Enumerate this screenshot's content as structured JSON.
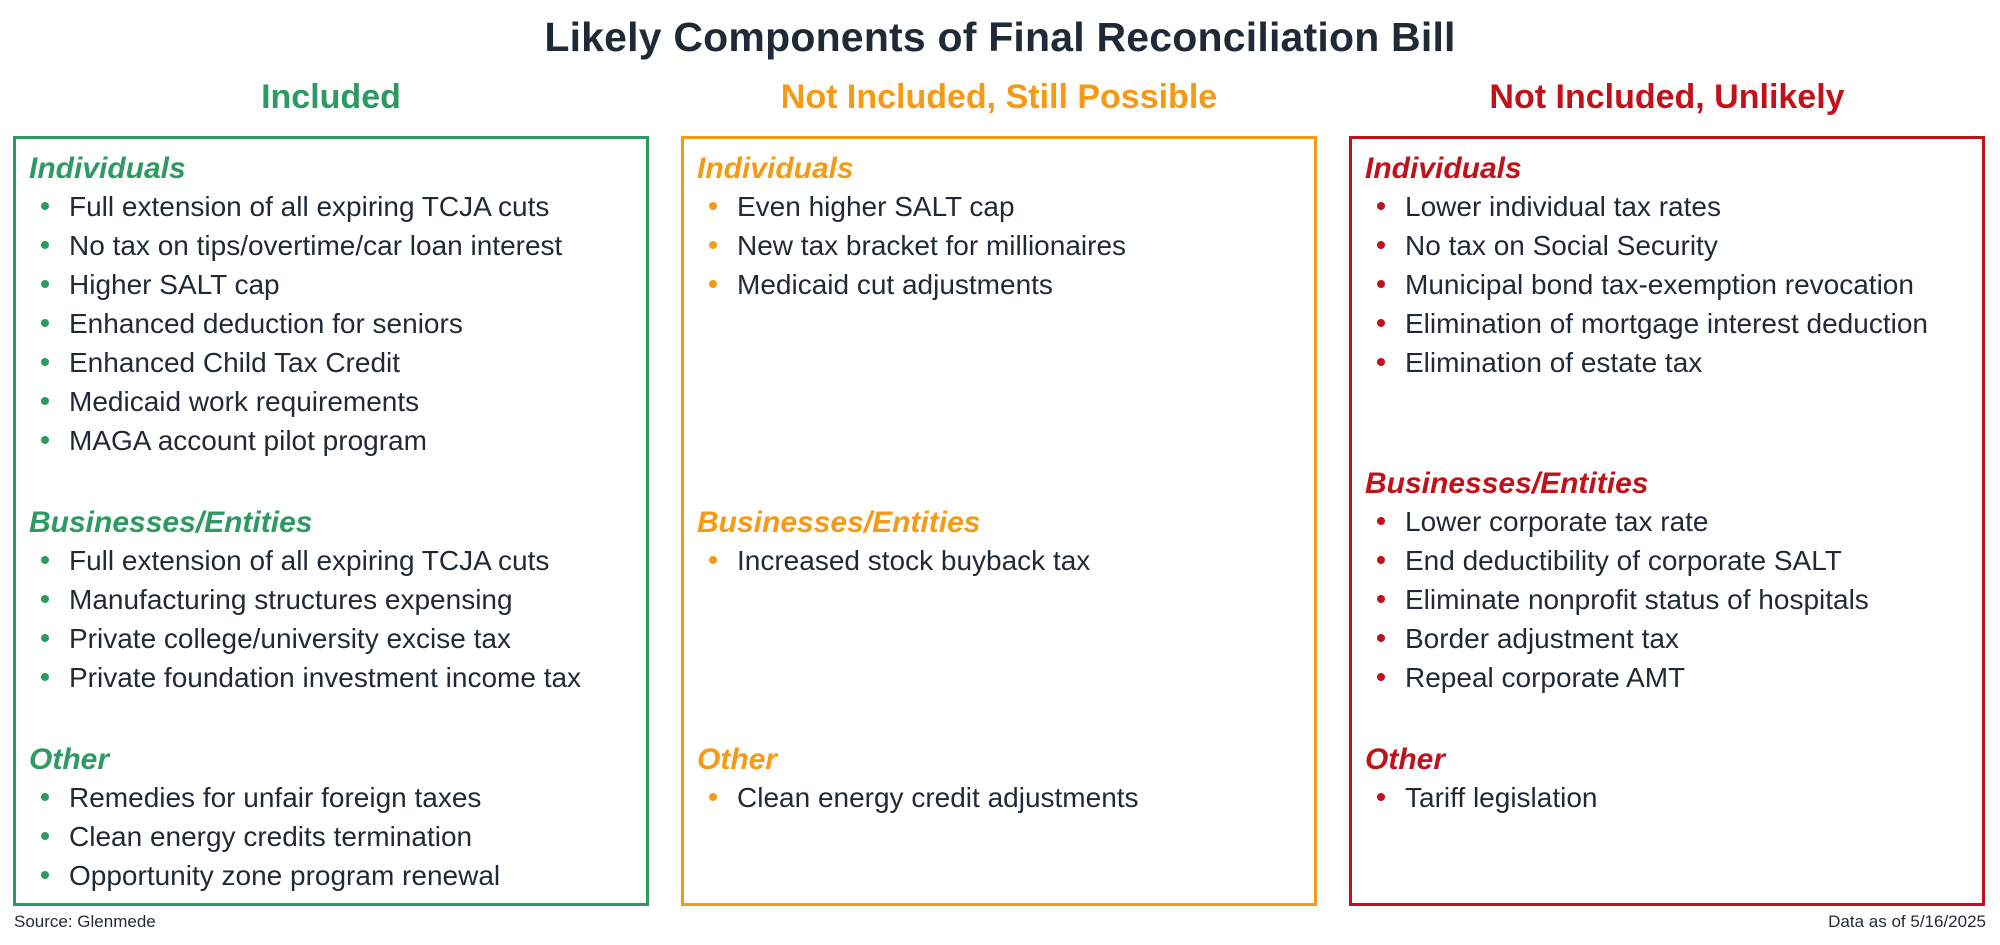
{
  "title": "Likely Components of Final Reconciliation Bill",
  "columns": [
    {
      "heading": "Included",
      "color": "#2e9a63",
      "sections": [
        {
          "heading": "Individuals",
          "items": [
            "Full extension of all expiring TCJA cuts",
            "No tax on tips/overtime/car loan interest",
            "Higher SALT cap",
            "Enhanced deduction for seniors",
            "Enhanced Child Tax Credit",
            "Medicaid work requirements",
            "MAGA account pilot program"
          ]
        },
        {
          "heading": "Businesses/Entities",
          "items": [
            "Full extension of all expiring TCJA cuts",
            "Manufacturing structures expensing",
            "Private college/university excise tax",
            "Private foundation investment income tax"
          ]
        },
        {
          "heading": "Other",
          "items": [
            "Remedies for unfair foreign taxes",
            "Clean energy credits termination",
            "Opportunity zone program renewal"
          ]
        }
      ]
    },
    {
      "heading": "Not Included, Still Possible",
      "color": "#f59a14",
      "sections": [
        {
          "heading": "Individuals",
          "items": [
            "Even higher SALT cap",
            "New tax bracket for millionaires",
            "Medicaid cut adjustments"
          ]
        },
        {
          "heading": "Businesses/Entities",
          "items": [
            "Increased stock buyback tax"
          ]
        },
        {
          "heading": "Other",
          "items": [
            "Clean energy credit adjustments"
          ]
        }
      ]
    },
    {
      "heading": "Not Included, Unlikely",
      "color": "#c0121a",
      "sections": [
        {
          "heading": "Individuals",
          "items": [
            "Lower individual tax rates",
            "No tax on Social Security",
            "Municipal bond tax-exemption revocation",
            "Elimination of mortgage interest deduction",
            "Elimination of estate tax"
          ]
        },
        {
          "heading": "Businesses/Entities",
          "items": [
            "Lower corporate tax rate",
            "End deductibility of corporate SALT",
            "Eliminate nonprofit status of hospitals",
            "Border adjustment tax",
            "Repeal corporate AMT"
          ]
        },
        {
          "heading": "Other",
          "items": [
            "Tariff legislation"
          ]
        }
      ]
    }
  ],
  "footer": {
    "source": "Source: Glenmede",
    "date": "Data as of 5/16/2025"
  }
}
